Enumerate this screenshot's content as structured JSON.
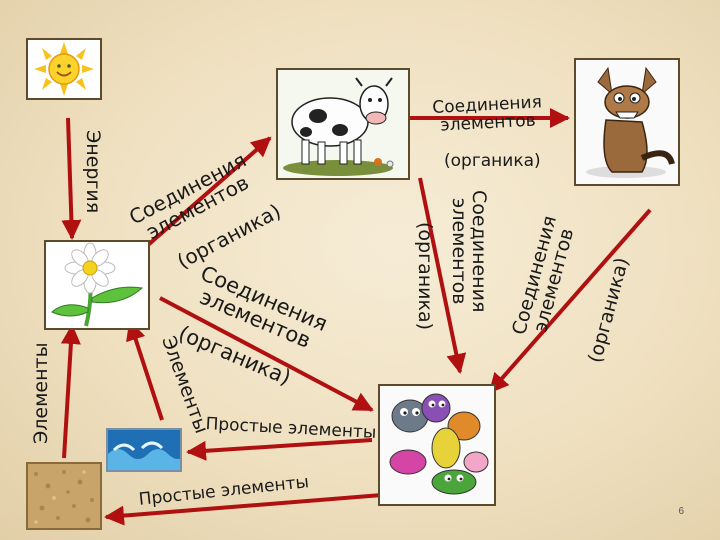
{
  "labels": {
    "energy": "Энергия",
    "compounds_left_1": "Соединения",
    "compounds_left_2": "элементов",
    "organics_left": "(органика)",
    "compounds_top_1": "Соединения",
    "compounds_top_2": "элементов",
    "organics_top": "(органика)",
    "compounds_mid_1": "Соединения",
    "compounds_mid_2": "элементов",
    "organics_mid": "(органика)",
    "compounds_right_1": "Соединения",
    "compounds_right_2": "элементов",
    "organics_right": "(органика)",
    "compounds_center_1": "Соединения",
    "compounds_center_2": "элементов",
    "organics_center": "(органика)",
    "elements_left": "Элементы",
    "elements_flower": "Элементы",
    "simple_elements_1": "Простые элементы",
    "simple_elements_2": "Простые элементы"
  },
  "page_number": "6",
  "pictures": [
    "sun-icon",
    "cow-icon",
    "wolf-icon",
    "flower-icon",
    "water-icon",
    "bacteria-icon",
    "soil-icon"
  ],
  "colors": {
    "arrow": "#b01010",
    "background": "#f1e3c6",
    "frame": "#5d4a2a"
  }
}
